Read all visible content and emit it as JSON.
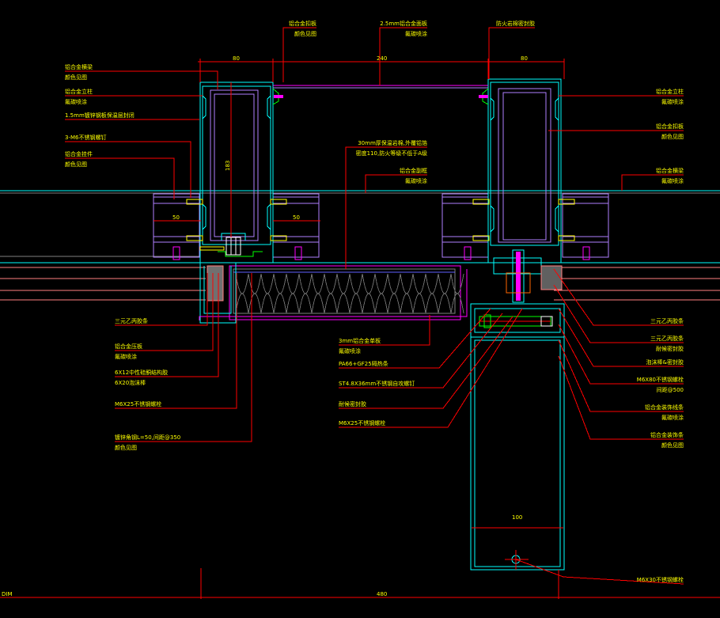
{
  "drawing": {
    "title": "Curtain wall horizontal section detail",
    "colors": {
      "background": "#000000",
      "text": "#ffff00",
      "leader": "#ff0000",
      "profile": "#00ffff",
      "inner_profile": "#b080ff",
      "gasket": "#00ff00",
      "fastener": "#ff00ff",
      "insulation": "#808080",
      "glass": "#ff8080"
    },
    "dimensions": {
      "top_left": "80",
      "top_middle": "240",
      "top_right": "80",
      "left_mullion_depth": "183",
      "bracket_left": "50",
      "bracket_right": "50",
      "bottom_fin": "100",
      "base_left": "DIM",
      "base_total": "480"
    },
    "labels_top": [
      {
        "line1": "铝合金扣板",
        "line2": "颜色见图"
      },
      {
        "line1": "2.5mm铝合金面板",
        "line2": "氟碳喷涂"
      },
      {
        "line1": "防火岩棉密封胶",
        "line2": ""
      }
    ],
    "labels_left": [
      {
        "line1": "铝合金横梁",
        "line2": "颜色见图"
      },
      {
        "line1": "铝合金立柱",
        "line2": "氟碳喷涂"
      },
      {
        "line1": "1.5mm镀锌钢板保温层封闭",
        "line2": ""
      },
      {
        "line1": "3-M6不锈钢螺钉",
        "line2": ""
      },
      {
        "line1": "铝合金挂件",
        "line2": "颜色见图"
      }
    ],
    "labels_center": [
      {
        "line1": "30mm厚保温岩棉,外覆铝箔",
        "line2": "密度110,防火等级不低于A级"
      },
      {
        "line1": "铝合金副框",
        "line2": "氟碳喷涂"
      }
    ],
    "labels_right_top": [
      {
        "line1": "铝合金立柱",
        "line2": "氟碳喷涂"
      },
      {
        "line1": "铝合金扣板",
        "line2": "颜色见图"
      },
      {
        "line1": "铝合金横梁",
        "line2": "氟碳喷涂"
      }
    ],
    "labels_bottom_left": [
      {
        "line1": "三元乙丙胶条",
        "line2": ""
      },
      {
        "line1": "铝合金压板",
        "line2": "氟碳喷涂"
      },
      {
        "line1": "6X12中性硅酮结构胶",
        "line2": "6X20泡沫棒"
      },
      {
        "line1": "M6X25不锈钢螺栓",
        "line2": ""
      },
      {
        "line1": "镀锌角钢L=50,间距@350",
        "line2": "颜色见图"
      }
    ],
    "labels_bottom_center": [
      {
        "line1": "3mm铝合金单板",
        "line2": "氟碳喷涂"
      },
      {
        "line1": "PA66+GF25隔热条",
        "line2": ""
      },
      {
        "line1": "ST4.8X36mm不锈钢自攻螺钉",
        "line2": ""
      },
      {
        "line1": "耐候密封胶",
        "line2": ""
      },
      {
        "line1": "M6X25不锈钢螺栓",
        "line2": ""
      }
    ],
    "labels_bottom_right": [
      {
        "line1": "三元乙丙胶条",
        "line2": ""
      },
      {
        "line1": "三元乙丙胶条",
        "line2": "耐候密封胶"
      },
      {
        "line1": "泡沫棒&密封胶",
        "line2": ""
      },
      {
        "line1": "M6X80不锈钢螺栓",
        "line2": "间距@500"
      },
      {
        "line1": "铝合金装饰线条",
        "line2": "氟碳喷涂"
      },
      {
        "line1": "铝合金装饰条",
        "line2": "颜色见图"
      }
    ],
    "label_fin_bolt": "M6X30不锈钢螺栓"
  }
}
